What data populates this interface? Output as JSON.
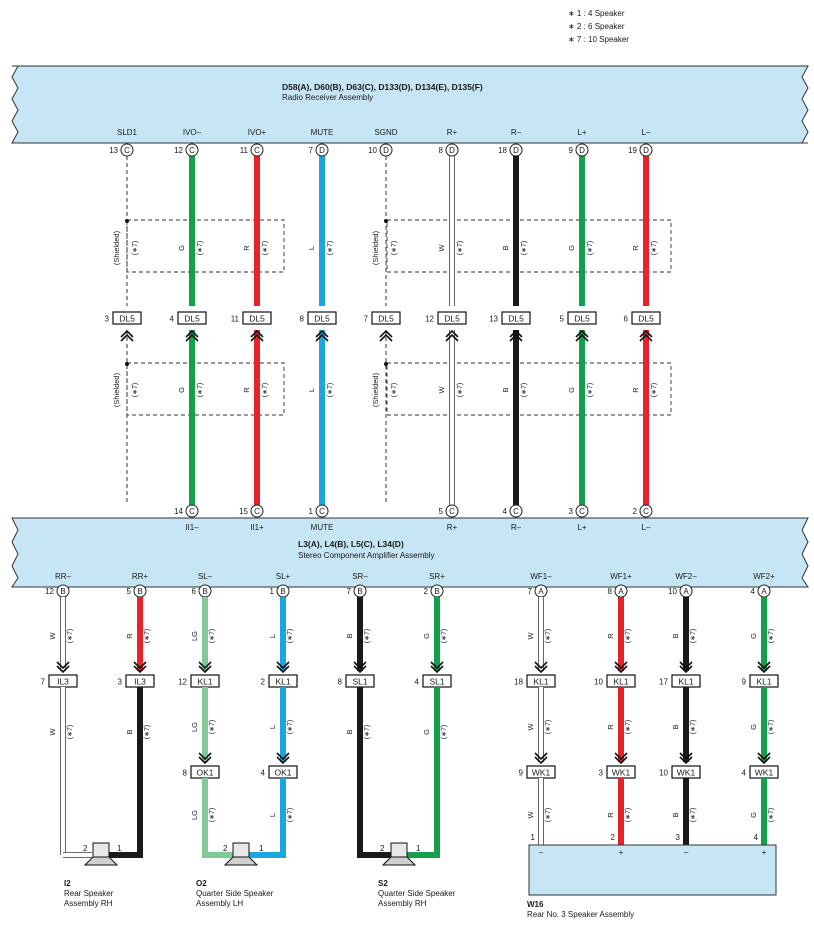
{
  "notes": [
    "∗ 1 : 4 Speaker",
    "∗ 2 : 6 Speaker",
    "∗ 7 : 10 Speaker"
  ],
  "colors": {
    "G": "#14a04a",
    "R": "#e8212b",
    "L": "#1aa7e0",
    "W": "#ffffff",
    "B": "#1a1a1a",
    "LG": "#82c99a",
    "shield": "#333333",
    "connector_fill": "#c6e6f5"
  },
  "radio": {
    "title": "D58(A), D60(B), D63(C), D133(D), D134(E), D135(F)",
    "subtitle": "Radio Receiver Assembly"
  },
  "amp": {
    "title": "L3(A), L4(B), L5(C), L34(D)",
    "subtitle": "Stereo Component Amplifier Assembly"
  },
  "upper_wires": [
    {
      "name": "SLD1",
      "pin": "13",
      "conn": "C",
      "color": "shield",
      "code": "(Shielded)",
      "dl_pin": "3",
      "dl": "DL5",
      "amp_pin": "",
      "amp_conn": "",
      "amp_name": ""
    },
    {
      "name": "IVO–",
      "pin": "12",
      "conn": "C",
      "color": "G",
      "code": "G",
      "dl_pin": "4",
      "dl": "DL5",
      "amp_pin": "14",
      "amp_conn": "C",
      "amp_name": "II1–"
    },
    {
      "name": "IVO+",
      "pin": "11",
      "conn": "C",
      "color": "R",
      "code": "R",
      "dl_pin": "11",
      "dl": "DL5",
      "amp_pin": "15",
      "amp_conn": "C",
      "amp_name": "II1+"
    },
    {
      "name": "MUTE",
      "pin": "7",
      "conn": "D",
      "color": "L",
      "code": "L",
      "dl_pin": "8",
      "dl": "DL5",
      "amp_pin": "1",
      "amp_conn": "C",
      "amp_name": "MUTE"
    },
    {
      "name": "SGND",
      "pin": "10",
      "conn": "D",
      "color": "shield",
      "code": "(Shielded)",
      "dl_pin": "7",
      "dl": "DL5",
      "amp_pin": "",
      "amp_conn": "",
      "amp_name": ""
    },
    {
      "name": "R+",
      "pin": "8",
      "conn": "D",
      "color": "W",
      "code": "W",
      "dl_pin": "12",
      "dl": "DL5",
      "amp_pin": "5",
      "amp_conn": "C",
      "amp_name": "R+"
    },
    {
      "name": "R–",
      "pin": "18",
      "conn": "D",
      "color": "B",
      "code": "B",
      "dl_pin": "13",
      "dl": "DL5",
      "amp_pin": "4",
      "amp_conn": "C",
      "amp_name": "R–"
    },
    {
      "name": "L+",
      "pin": "9",
      "conn": "D",
      "color": "G",
      "code": "G",
      "dl_pin": "5",
      "dl": "DL5",
      "amp_pin": "3",
      "amp_conn": "C",
      "amp_name": "L+"
    },
    {
      "name": "L–",
      "pin": "19",
      "conn": "D",
      "color": "R",
      "code": "R",
      "dl_pin": "6",
      "dl": "DL5",
      "amp_pin": "2",
      "amp_conn": "C",
      "amp_name": "L–"
    }
  ],
  "lower_wires": [
    {
      "name": "RR–",
      "pin": "12",
      "conn": "B",
      "color": "W",
      "code1": "W",
      "j1_pin": "7",
      "j1": "IL3",
      "code2": "W",
      "j2_pin": "",
      "j2": "",
      "code3": "",
      "end_pin": "2"
    },
    {
      "name": "RR+",
      "pin": "5",
      "conn": "B",
      "color1": "R",
      "color": "R",
      "code1": "R",
      "j1_pin": "3",
      "j1": "IL3",
      "code2": "B",
      "color2": "B",
      "j2_pin": "",
      "j2": "",
      "code3": "",
      "end_pin": "1"
    },
    {
      "name": "SL–",
      "pin": "6",
      "conn": "B",
      "color": "LG",
      "code1": "LG",
      "j1_pin": "12",
      "j1": "KL1",
      "code2": "LG",
      "j2_pin": "8",
      "j2": "OK1",
      "code3": "LG",
      "end_pin": "2"
    },
    {
      "name": "SL+",
      "pin": "1",
      "conn": "B",
      "color": "L",
      "code1": "L",
      "j1_pin": "2",
      "j1": "KL1",
      "code2": "L",
      "j2_pin": "4",
      "j2": "OK1",
      "code3": "L",
      "end_pin": "1"
    },
    {
      "name": "SR–",
      "pin": "7",
      "conn": "B",
      "color": "B",
      "code1": "B",
      "j1_pin": "8",
      "j1": "SL1",
      "code2": "B",
      "j2_pin": "",
      "j2": "",
      "code3": "",
      "end_pin": "2"
    },
    {
      "name": "SR+",
      "pin": "2",
      "conn": "B",
      "color": "G",
      "code1": "G",
      "j1_pin": "4",
      "j1": "SL1",
      "code2": "G",
      "j2_pin": "",
      "j2": "",
      "code3": "",
      "end_pin": "1"
    },
    {
      "name": "WF1–",
      "pin": "7",
      "conn": "A",
      "color": "W",
      "code1": "W",
      "j1_pin": "18",
      "j1": "KL1",
      "code2": "W",
      "j2_pin": "9",
      "j2": "WK1",
      "code3": "W",
      "end_pin": "1"
    },
    {
      "name": "WF1+",
      "pin": "8",
      "conn": "A",
      "color": "R",
      "code1": "R",
      "j1_pin": "10",
      "j1": "KL1",
      "code2": "R",
      "j2_pin": "3",
      "j2": "WK1",
      "code3": "R",
      "end_pin": "2"
    },
    {
      "name": "WF2–",
      "pin": "10",
      "conn": "A",
      "color": "B",
      "code1": "B",
      "j1_pin": "17",
      "j1": "KL1",
      "code2": "B",
      "j2_pin": "10",
      "j2": "WK1",
      "code3": "B",
      "end_pin": "3"
    },
    {
      "name": "WF2+",
      "pin": "4",
      "conn": "A",
      "color": "G",
      "code1": "G",
      "j1_pin": "9",
      "j1": "KL1",
      "code2": "G",
      "j2_pin": "4",
      "j2": "WK1",
      "code3": "G",
      "end_pin": "4"
    }
  ],
  "option_tag": "(∗7)",
  "speakers": [
    {
      "id": "I2",
      "line1": "Rear Speaker",
      "line2": "Assembly RH"
    },
    {
      "id": "O2",
      "line1": "Quarter Side Speaker",
      "line2": "Assembly LH"
    },
    {
      "id": "S2",
      "line1": "Quarter Side Speaker",
      "line2": "Assembly RH"
    }
  ],
  "w16": {
    "id": "W16",
    "line1": "Rear No. 3 Speaker Assembly",
    "polarity": [
      "–",
      "+",
      "–",
      "+"
    ]
  }
}
